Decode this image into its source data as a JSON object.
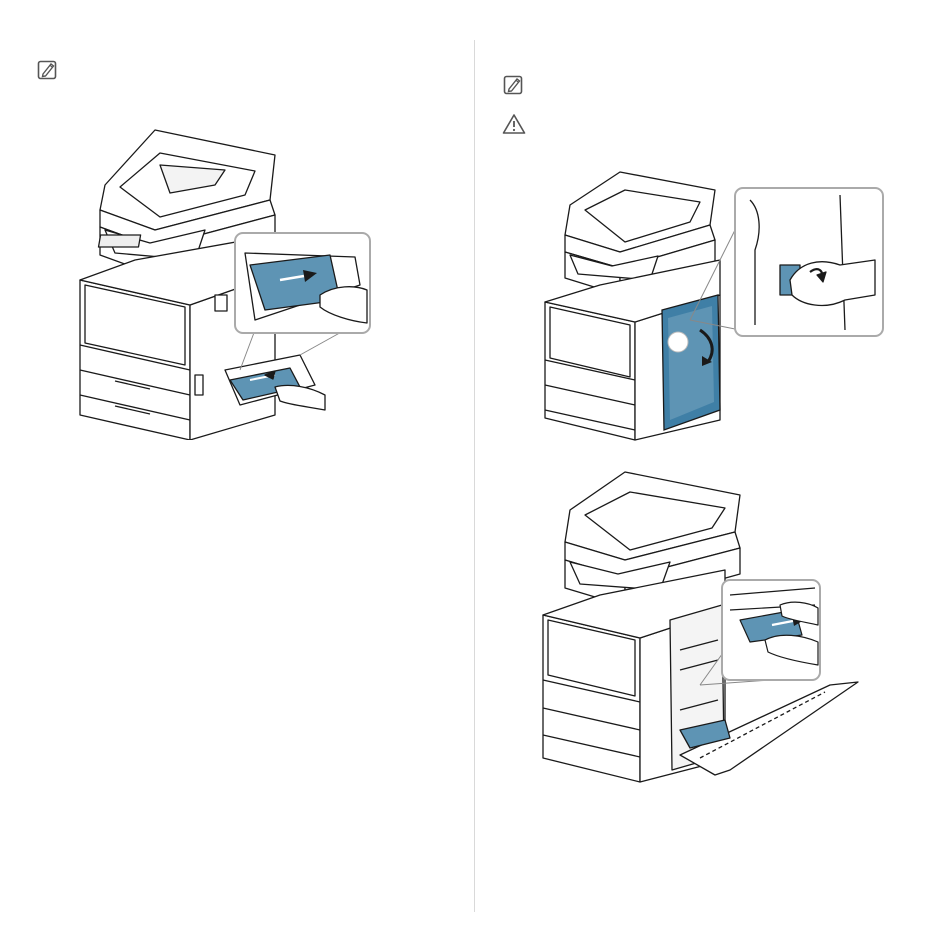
{
  "left_column": {
    "note_icon": "note-icon",
    "figure": "mp-tray-jam-illustration"
  },
  "right_column": {
    "note_icon": "note-icon",
    "caution_icon": "caution-triangle-icon",
    "figure_top": "right-door-open-illustration",
    "figure_bottom": "right-door-jam-removal-illustration"
  },
  "colors": {
    "door_blue": "#3f7fa6",
    "paper_blue": "#5e94b4",
    "outline": "#1a1a1a",
    "divider": "#d9d9d9"
  }
}
